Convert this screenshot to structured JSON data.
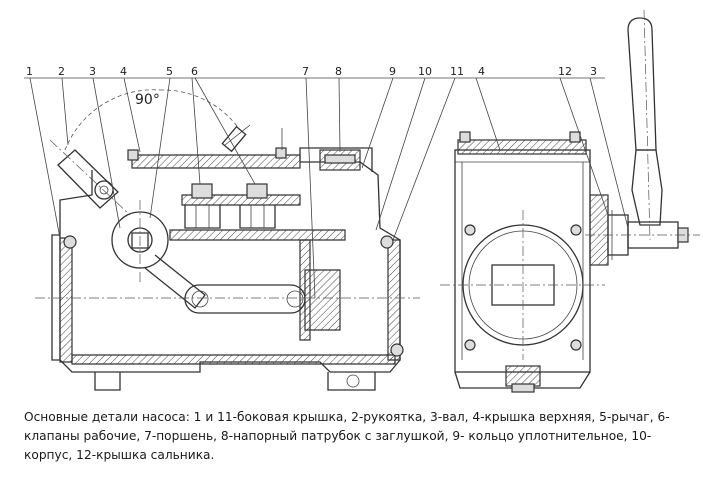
{
  "drawing": {
    "angle_label": "90",
    "section_callouts": [
      "1",
      "2",
      "3",
      "4",
      "5",
      "6",
      "7",
      "8",
      "9",
      "10",
      "11"
    ],
    "side_callouts": [
      "4",
      "12",
      "3"
    ]
  },
  "caption": {
    "text": "Основные детали насоса: 1 и 11-боковая крышка, 2-рукоятка, 3-вал, 4-крышка верхняя, 5-рычаг, 6-клапаны рабочие, 7-поршень, 8-напорный патрубок с заглушкой, 9- кольцо уплотнительное, 10-корпус, 12-крышка сальника."
  }
}
